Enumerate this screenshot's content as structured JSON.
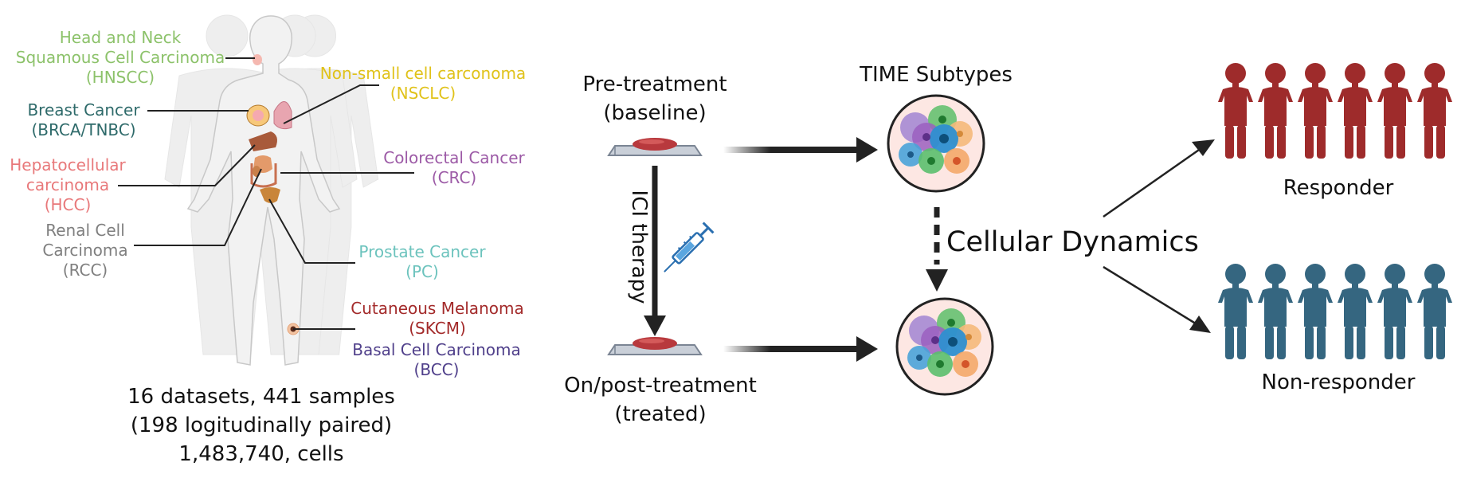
{
  "cancers": [
    {
      "lines": [
        "Head and Neck",
        "Squamous Cell Carcinoma",
        "(HNSCC)"
      ],
      "color": "#8cc26a"
    },
    {
      "lines": [
        "Breast Cancer",
        "(BRCA/TNBC)"
      ],
      "color": "#2e6a6a"
    },
    {
      "lines": [
        "Hepatocellular",
        "carcinoma",
        "(HCC)"
      ],
      "color": "#e8787a"
    },
    {
      "lines": [
        "Renal Cell",
        "Carcinoma",
        "(RCC)"
      ],
      "color": "#7f7f7f"
    },
    {
      "lines": [
        "Non-small cell carconoma",
        "(NSCLC)"
      ],
      "color": "#e0c21a"
    },
    {
      "lines": [
        "Colorectal Cancer",
        "(CRC)"
      ],
      "color": "#9c5aa6"
    },
    {
      "lines": [
        "Prostate Cancer",
        "(PC)"
      ],
      "color": "#6cc3bd"
    },
    {
      "lines": [
        "Cutaneous Melanoma",
        "(SKCM)"
      ],
      "color": "#a32a2a"
    },
    {
      "lines": [
        "Basal Cell Carcinoma",
        "(BCC)"
      ],
      "color": "#4f3f8a"
    }
  ],
  "dataset_summary": [
    "16 datasets, 441 samples",
    "(198 logitudinally paired)",
    "1,483,740, cells"
  ],
  "pre_treatment": [
    "Pre-treatment",
    "(baseline)"
  ],
  "post_treatment": [
    "On/post-treatment",
    "(treated)"
  ],
  "therapy_label": "ICI therapy",
  "time_subtypes": "TIME Subtypes",
  "cellular_dynamics": "Cellular Dynamics",
  "responder": "Responder",
  "non_responder": "Non-responder",
  "colors": {
    "responder": "#9e2b2b",
    "non_responder": "#356680",
    "arrow": "#222222"
  }
}
